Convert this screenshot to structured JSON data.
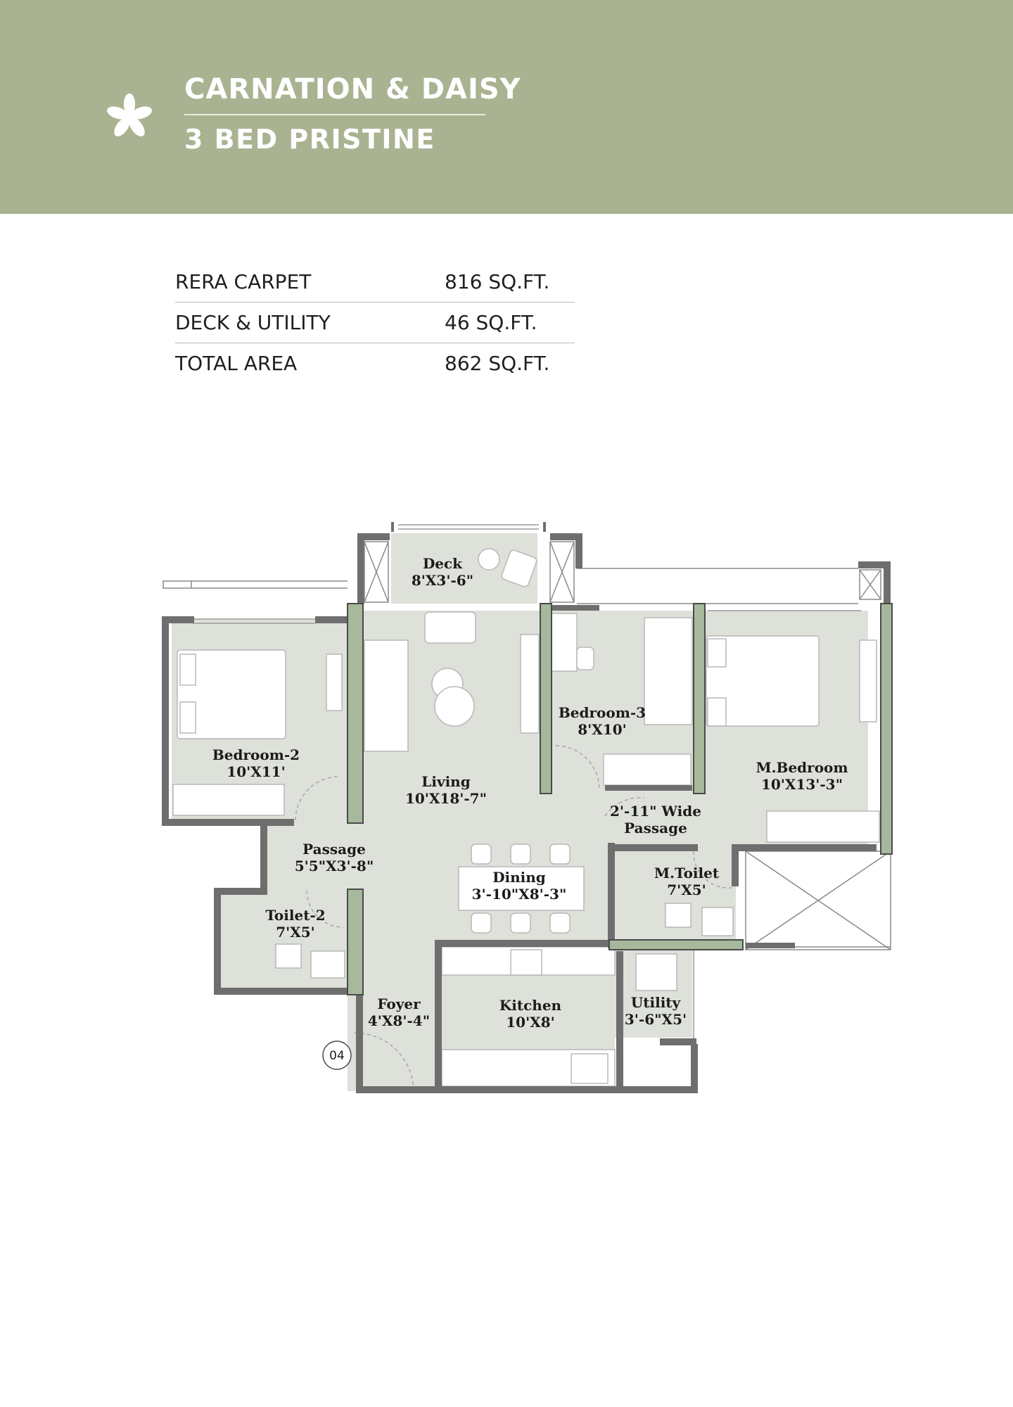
{
  "header": {
    "title": "CARNATION & DAISY",
    "subtitle": "3 BED PRISTINE",
    "logo_icon": "flower-icon",
    "background_color": "#aab391"
  },
  "areas": [
    {
      "label": "RERA CARPET",
      "value": "816 SQ.FT."
    },
    {
      "label": "DECK & UTILITY",
      "value": "46 SQ.FT."
    },
    {
      "label": "TOTAL AREA",
      "value": "862 SQ.FT."
    }
  ],
  "floor_plan": {
    "unit_number": "04",
    "rooms": {
      "deck": {
        "name": "Deck",
        "size": "8'X3'-6\""
      },
      "bedroom2": {
        "name": "Bedroom-2",
        "size": "10'X11'"
      },
      "living": {
        "name": "Living",
        "size": "10'X18'-7\""
      },
      "bedroom3": {
        "name": "Bedroom-3",
        "size": "8'X10'"
      },
      "mbedroom": {
        "name": "M.Bedroom",
        "size": "10'X13'-3\""
      },
      "wide_passage": {
        "name": "2'-11\" Wide",
        "size": "Passage"
      },
      "passage": {
        "name": "Passage",
        "size": "5'5\"X3'-8\""
      },
      "dining": {
        "name": "Dining",
        "size": "3'-10\"X8'-3\""
      },
      "mtoilet": {
        "name": "M.Toilet",
        "size": "7'X5'"
      },
      "toilet2": {
        "name": "Toilet-2",
        "size": "7'X5'"
      },
      "foyer": {
        "name": "Foyer",
        "size": "4'X8'-4\""
      },
      "kitchen": {
        "name": "Kitchen",
        "size": "10'X8'"
      },
      "utility": {
        "name": "Utility",
        "size": "3'-6\"X5'"
      }
    },
    "colors": {
      "floor": "#dde1d9",
      "wall": "#6e6e6e",
      "column": "#a7b99c",
      "furniture": "#ffffff"
    }
  }
}
